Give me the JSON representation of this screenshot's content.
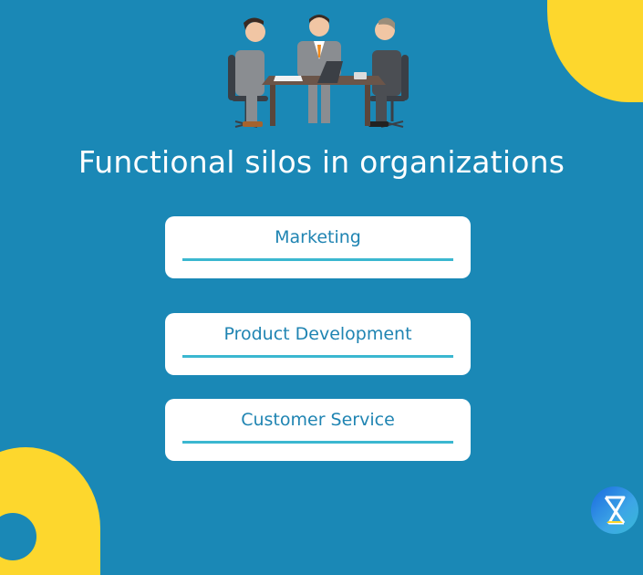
{
  "header": {
    "illustration": "business-meeting-illustration",
    "title": "Functional silos in organizations"
  },
  "silos": [
    {
      "label": "Marketing"
    },
    {
      "label": "Product Development"
    },
    {
      "label": "Customer Service"
    }
  ],
  "brand": {
    "icon": "hourglass-logo-icon"
  },
  "colors": {
    "background": "#1a88b6",
    "accent_yellow": "#fdd72d",
    "card_text": "#1f84b2",
    "card_underline": "#3bb7d0"
  }
}
